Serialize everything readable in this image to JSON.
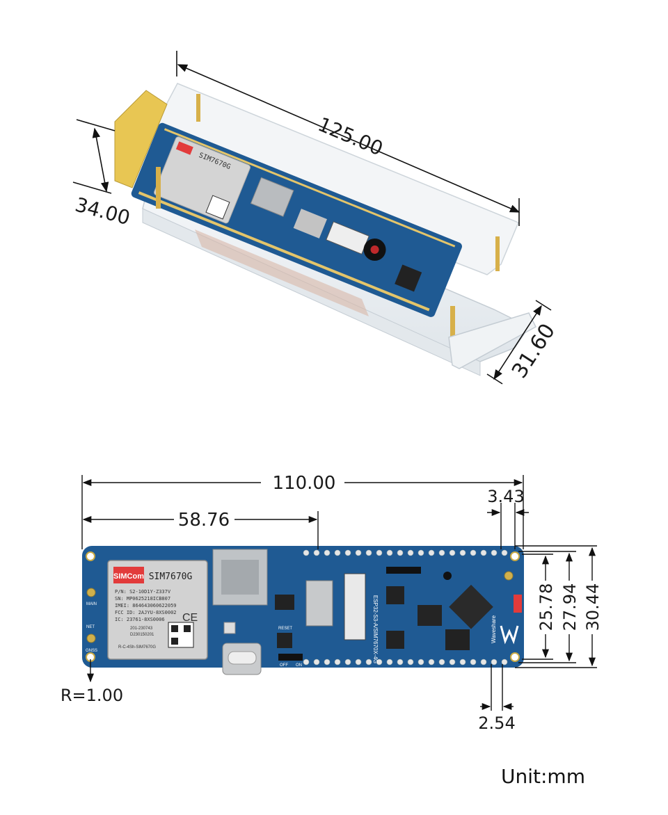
{
  "dimensions": {
    "enclosure_length": "125.00",
    "enclosure_height": "34.00",
    "enclosure_width": "31.60",
    "board_length": "110.00",
    "hole_offset": "58.76",
    "edge_offset": "3.43",
    "hole_spacing_inner": "25.78",
    "hole_spacing_mid": "27.94",
    "board_width": "30.44",
    "pin_pitch": "2.54",
    "corner_radius": "R=1.00"
  },
  "board_labels": {
    "module_name": "SIM7670G",
    "module_brand": "SIMCom",
    "module_pn": "P/N: S2-10D1Y-Z337V",
    "module_sn": "SN: MP0625218ICB807",
    "module_imei": "IMEI: 864643060622059",
    "module_fcc": "FCC ID: 2AJYU-8XS0002",
    "module_ic": "IC: 23761-8XS0006",
    "module_cert1": "201-230743",
    "module_cert2": "D230150201",
    "module_rc": "R-C-4Sh-SIM7670G",
    "board_name": "ESP32-S3-A/SIM7670X-4G",
    "brand": "Waveshare",
    "antenna_main": "MAIN",
    "antenna_gnss": "GNSS",
    "antenna_net": "NET",
    "switch_off": "OFF",
    "switch_on": "ON",
    "reset_label": "RESET"
  },
  "unit_label": "Unit:mm",
  "colors": {
    "pcb": "#1f5a93",
    "pcb_dark": "#174777",
    "module_shield": "#c9c9c9",
    "module_tag": "#e23b3b",
    "gold": "#d7b04a",
    "acrylic": "#e9eef2"
  }
}
